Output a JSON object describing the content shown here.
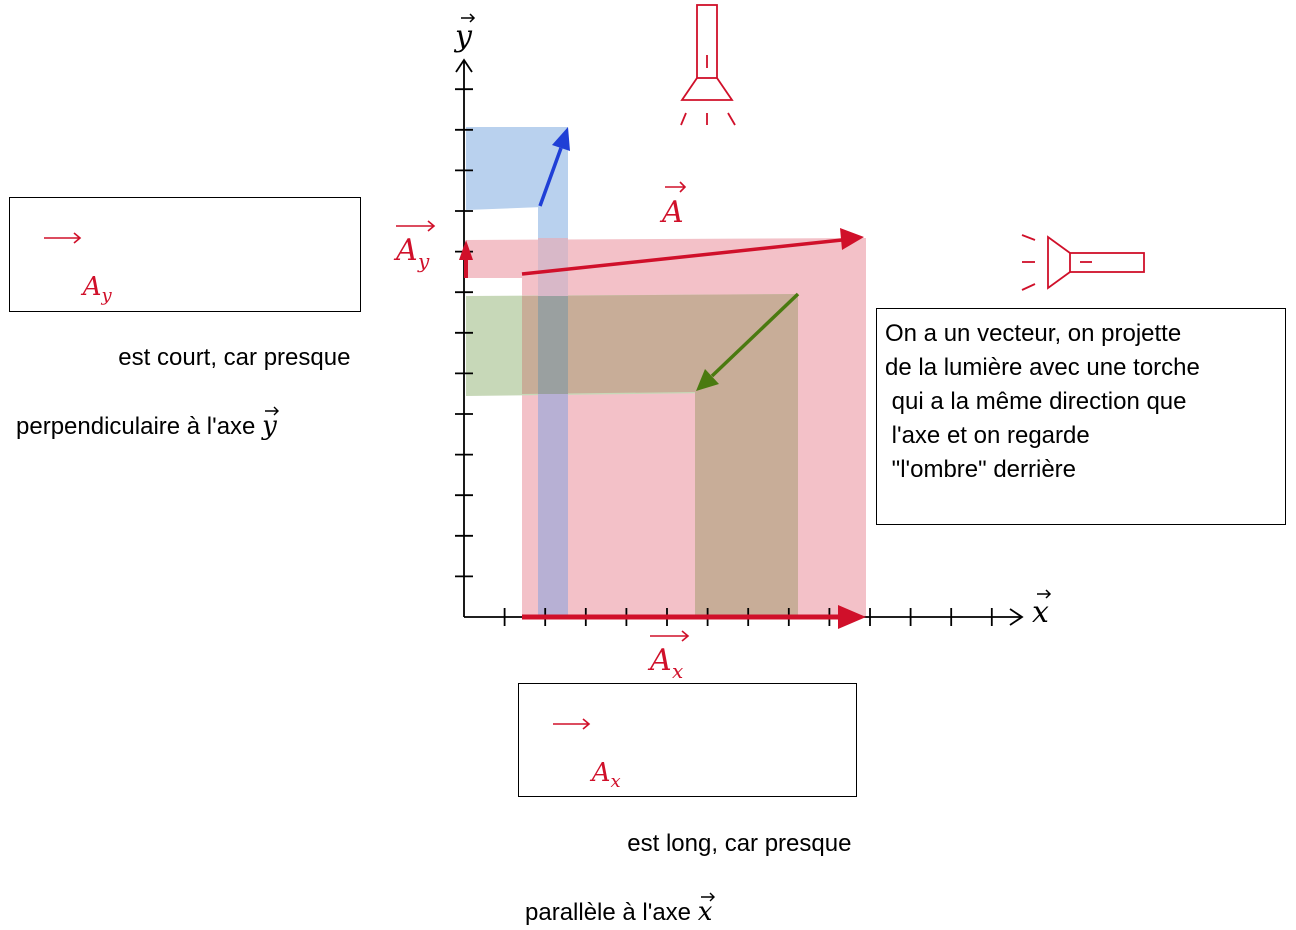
{
  "axes": {
    "x_label": "x",
    "y_label": "y"
  },
  "vectors": {
    "A": "A",
    "Ax_base": "A",
    "Ax_sub": "x",
    "Ay_base": "A",
    "Ay_sub": "y"
  },
  "callouts": {
    "ay": {
      "vec_base": "A",
      "vec_sub": "y",
      "text1": " est court, car presque",
      "text2": "perpendiculaire à l'axe ",
      "axis": "y"
    },
    "ax": {
      "vec_base": "A",
      "vec_sub": "x",
      "text1": " est long, car presque",
      "text2": "parallèle à l'axe ",
      "axis": "x"
    },
    "explanation": {
      "lines": [
        "On a un vecteur, on projette",
        "de la lumière avec une torche",
        " qui a la même direction que",
        " l'axe et on regarde",
        " \"l'ombre\" derrière"
      ]
    }
  },
  "colors": {
    "red": "#d0102a",
    "blue": "#1f3fd6",
    "green": "#4a7a10",
    "pink_fill": "#f3c1c8",
    "blue_fill": "#b9d1ee",
    "green_fill": "#c7d8b8",
    "brown_fill": "#c8ad98",
    "lilac_fill": "#b7b0d4",
    "gray_fill": "#9aa0a0"
  }
}
